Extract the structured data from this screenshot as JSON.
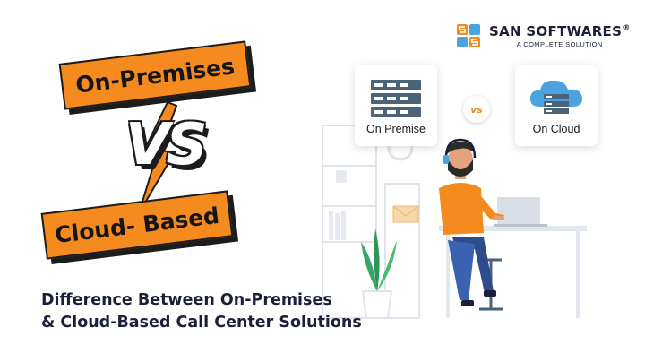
{
  "brand": {
    "name": "SAN SOFTWARES",
    "registered": "®",
    "tagline": "A COMPLETE SOLUTION"
  },
  "banners": {
    "top": "On-Premises",
    "bottom": "Cloud- Based",
    "vs": "VS"
  },
  "headline": {
    "line1": "Difference Between On-Premises",
    "line2": "& Cloud-Based Call Center Solutions"
  },
  "cards": {
    "premise": {
      "label": "On Premise",
      "icon": "server-rack-icon"
    },
    "cloud": {
      "label": "On Cloud",
      "icon": "cloud-server-icon"
    }
  },
  "small_vs": "vs",
  "colors": {
    "accent_orange": "#f58a1f",
    "navy": "#1b1f3b",
    "steel_blue": "#4a6378",
    "sky_blue": "#4aa3df"
  }
}
